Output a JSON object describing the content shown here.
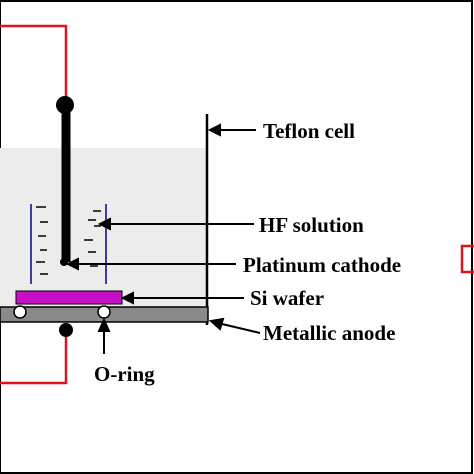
{
  "labels": {
    "teflon_cell": "Teflon cell",
    "hf_solution": "HF solution",
    "platinum_cathode": "Platinum cathode",
    "si_wafer": "Si wafer",
    "metallic_anode": "Metallic anode",
    "o_ring": "O-ring"
  },
  "colors": {
    "wire": "#d8141e",
    "wafer": "#c80fc8",
    "anode": "#8a8a8a",
    "beaker": "#3c3ca0",
    "cell_fill": "#ececec",
    "outline": "#000000"
  }
}
